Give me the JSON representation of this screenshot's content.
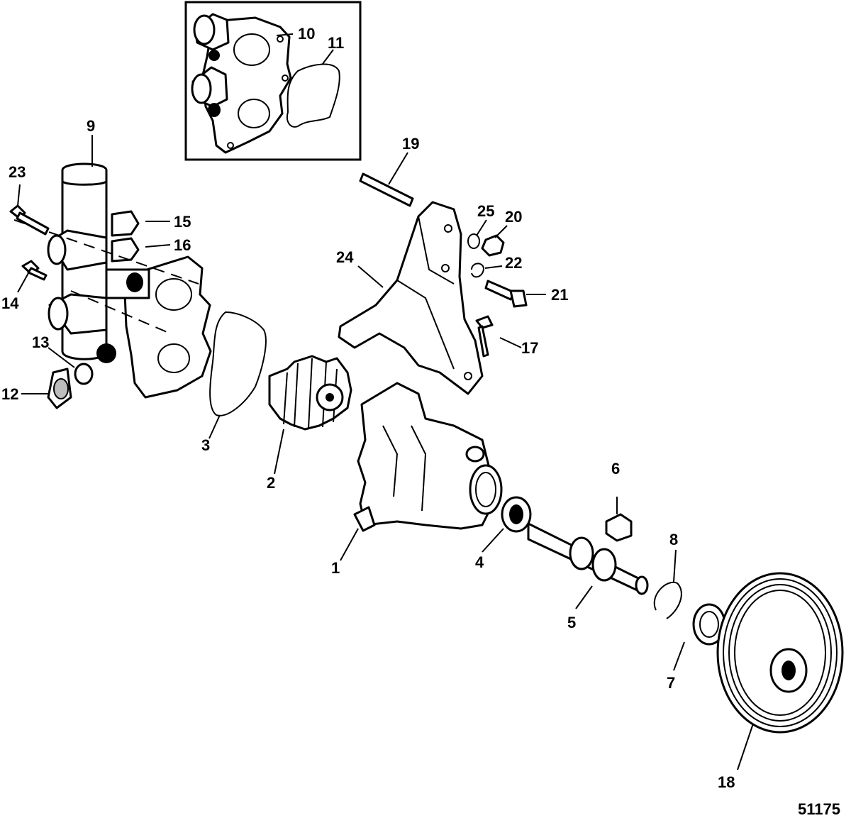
{
  "figure_number": "51175",
  "callouts": [
    {
      "id": "1",
      "label": "1"
    },
    {
      "id": "2",
      "label": "2"
    },
    {
      "id": "3",
      "label": "3"
    },
    {
      "id": "4",
      "label": "4"
    },
    {
      "id": "5",
      "label": "5"
    },
    {
      "id": "6",
      "label": "6"
    },
    {
      "id": "7",
      "label": "7"
    },
    {
      "id": "8",
      "label": "8"
    },
    {
      "id": "9",
      "label": "9"
    },
    {
      "id": "10",
      "label": "10"
    },
    {
      "id": "11",
      "label": "11"
    },
    {
      "id": "12",
      "label": "12"
    },
    {
      "id": "13",
      "label": "13"
    },
    {
      "id": "14",
      "label": "14"
    },
    {
      "id": "15",
      "label": "15"
    },
    {
      "id": "16",
      "label": "16"
    },
    {
      "id": "17",
      "label": "17"
    },
    {
      "id": "18",
      "label": "18"
    },
    {
      "id": "19",
      "label": "19"
    },
    {
      "id": "20",
      "label": "20"
    },
    {
      "id": "21",
      "label": "21"
    },
    {
      "id": "22",
      "label": "22"
    },
    {
      "id": "23",
      "label": "23"
    },
    {
      "id": "24",
      "label": "24"
    },
    {
      "id": "25",
      "label": "25"
    }
  ]
}
